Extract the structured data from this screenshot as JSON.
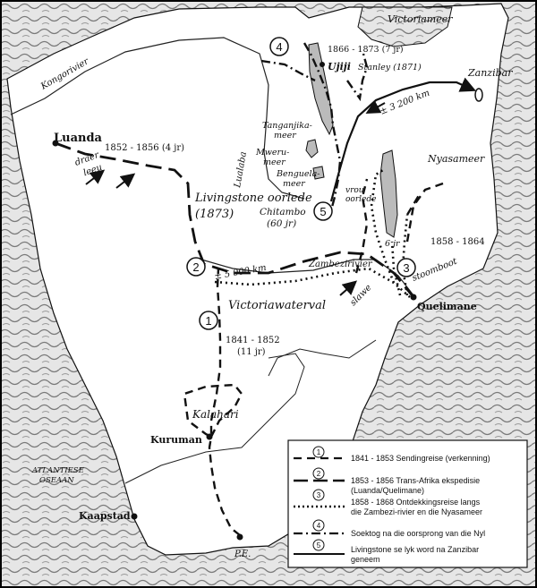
{
  "map": {
    "places": {
      "victoriameer": "Victoriameer",
      "kongorivier": "Kongorivier",
      "zanzibar": "Zanzibar",
      "luanda": "Luanda",
      "ujiji": "Ujiji",
      "tanganjika": [
        "Tanganjika-",
        "meer"
      ],
      "mweru": [
        "Mweru-",
        "meer"
      ],
      "bengwela": [
        "Benguela-",
        "meer"
      ],
      "lualaba": "Lualaba",
      "nyasameer": "Nyasameer",
      "livingstone_died": "Livingstone oorlede",
      "livingstone_year": "(1873)",
      "chitambo": [
        "Chitambo",
        "(60 jr)"
      ],
      "vrou_oorlede": [
        "vrou",
        "oorlede"
      ],
      "zambezirivier": "Zambezirivier",
      "victoriawaterval": "Victoriawaterval",
      "quelimane": "Quelimane",
      "kalahari": "Kalahari",
      "kuruman": "Kuruman",
      "atlantiese": [
        "ATLANTIESE",
        "OSEAAN"
      ],
      "kaapstad": "Kaapstad",
      "pe": "P.E."
    },
    "annotations": {
      "stanley": "Stanley (1871)",
      "years_1866": "1866 - 1873 (7 jr)",
      "dist_3200": "± 3 200 km",
      "years_1852": "1852 - 1856 (4 jr)",
      "draer_leeu": [
        "draer",
        "leeu"
      ],
      "dist_5000": "± 5 000 km",
      "years_6": "6 jr",
      "years_1858": "1858 - 1864",
      "stoomboot": "stoomboot",
      "slawe": "slawe",
      "years_1841": [
        "1841 - 1852",
        "(11 jr)"
      ]
    },
    "route_markers": [
      "1",
      "2",
      "3",
      "4",
      "5"
    ]
  },
  "legend": {
    "items": [
      {
        "num": "1",
        "lines": [
          "1841 - 1853  Sendingreise (verkenning)"
        ],
        "style": "dashed"
      },
      {
        "num": "2",
        "lines": [
          "1853 - 1856  Trans-Afrika ekspedisie",
          "(Luanda/Quelimane)"
        ],
        "style": "longdash"
      },
      {
        "num": "3",
        "lines": [
          "1858 - 1868  Ontdekkingsreise langs",
          "die Zambezi-rivier en die Nyasameer"
        ],
        "style": "dotted"
      },
      {
        "num": "4",
        "lines": [
          "Soektog na die oorsprong van die Nyl"
        ],
        "style": "dashdot"
      },
      {
        "num": "5",
        "lines": [
          "Livingstone se lyk word na Zanzibar",
          "geneem"
        ],
        "style": "solid"
      }
    ]
  }
}
